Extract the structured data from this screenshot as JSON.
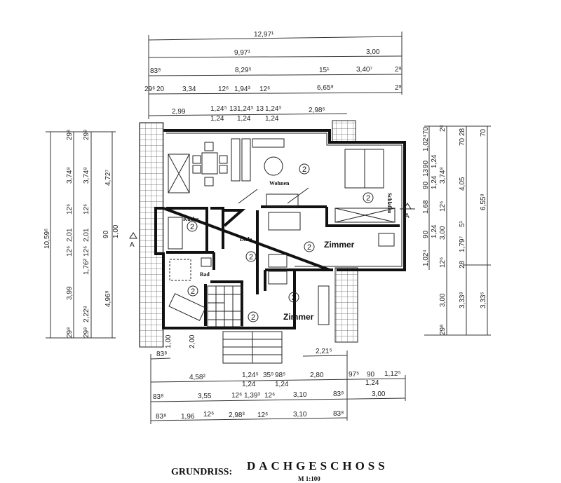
{
  "title": {
    "label": "GRUNDRISS:",
    "name": "DACHGESCHOSS",
    "scale": "M 1:100"
  },
  "rooms": {
    "wohnen": "Wohnen",
    "kueche": "Küche",
    "schlafen": "Schlafen",
    "diele": "Diele",
    "bad": "Bad",
    "zimmer1": "Zimmer",
    "zimmer2": "Zimmer",
    "marker": "2"
  },
  "section": "A",
  "dims": {
    "top": [
      "12,97¹",
      "9,97¹",
      "3,00",
      "83⁸",
      "8,29⁵",
      "15¹",
      "3,40⁷",
      "2⁸",
      "29⁶",
      "20",
      "3,34",
      "12⁶",
      "1,94³",
      "12⁶",
      "6,65⁸",
      "2⁸",
      "2,99",
      "1,24⁵",
      "1,24",
      "13",
      "1,24⁵",
      "1,24",
      "13",
      "1,24⁵",
      "1,24",
      "2,98⁶"
    ],
    "bottom": [
      "83⁸",
      "2,21⁵",
      "4,58²",
      "1,24⁵",
      "1,24",
      "35⁹",
      "98⁵",
      "1,24",
      "2,80",
      "97⁵",
      "90",
      "1,24",
      "1,12⁵",
      "83⁸",
      "3,55",
      "12⁶",
      "1,39³",
      "12⁶",
      "3,10",
      "83⁸",
      "3,00",
      "83⁸",
      "1,96",
      "12⁶",
      "2,98³",
      "12⁶",
      "3,10",
      "83⁸",
      "1,00",
      "2,00"
    ],
    "left": [
      "10,59⁶",
      "29⁸",
      "3,74⁸",
      "12⁶",
      "2,01",
      "12⁶",
      "3,99",
      "29⁸",
      "29⁸",
      "3,74⁸",
      "12⁶",
      "2,01",
      "12⁶",
      "1,76²",
      "2,22⁸",
      "29⁸",
      "4,72⁷",
      "90",
      "1,00",
      "4,96⁹"
    ],
    "right": [
      "70",
      "1,02⁴",
      "90",
      "1,24",
      "13",
      "90",
      "1,24",
      "1,68",
      "90",
      "1,24",
      "1,02⁴",
      "2⁸",
      "3,74⁸",
      "12⁶",
      "3,00",
      "12⁶",
      "3,00",
      "29⁸",
      "28",
      "70",
      "4,05",
      "5¹",
      "1,79⁷",
      "28",
      "3,33⁸",
      "70",
      "6,55⁸",
      "3,33⁶"
    ]
  }
}
